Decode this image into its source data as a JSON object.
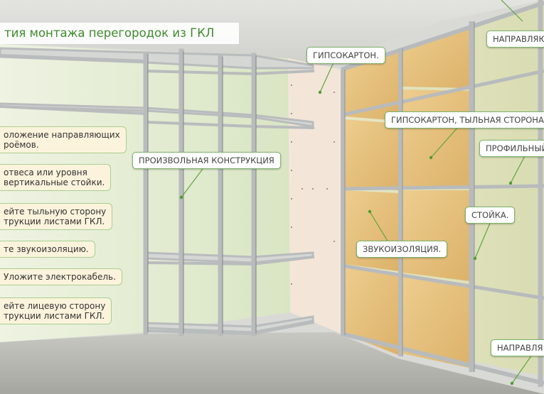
{
  "title": "тия монтажа перегородок из ГКЛ",
  "labels": {
    "gypsum": "ГИПСОКАРТОН.",
    "gypsum_back": "ГИПСОКАРТОН, ТЫЛЬНАЯ СТОРОНА.",
    "arbitrary": "ПРОИЗВОЛЬНАЯ КОНСТРУКЦИЯ",
    "soundproof": "ЗВУКОИЗОЛЯЦИЯ.",
    "rack": "СТОЙКА.",
    "profile": "ПРОФИЛЬНЫЙ",
    "guide_top": "НАПРАВЛЯЮ",
    "guide_bottom": "НАПРАВЛЯ"
  },
  "steps": [
    {
      "line1": "оложение направляющих",
      "line2": "роёмов."
    },
    {
      "line1": "отвеса или уровня",
      "line2": "вертикальные стойки."
    },
    {
      "line1": "ейте тыльную сторону",
      "line2": "трукции листами ГКЛ."
    },
    {
      "line1": "те звукоизоляцию.",
      "line2": ""
    },
    {
      "line1": "Уложите электрокабель.",
      "line2": ""
    },
    {
      "line1": "ейте лицевую сторону",
      "line2": "трукции листами ГКЛ."
    }
  ],
  "colors": {
    "accent_green": "#3f8a2e",
    "leader_green": "#5aa63c",
    "label_border": "#7db46c",
    "step_fill": "#fbf3dc",
    "wall_green": "#dde8c8",
    "wall_peach": "#f3e6d8",
    "gypsum_board": "#e6c27c",
    "frame_steel": "#b9bcbd"
  }
}
